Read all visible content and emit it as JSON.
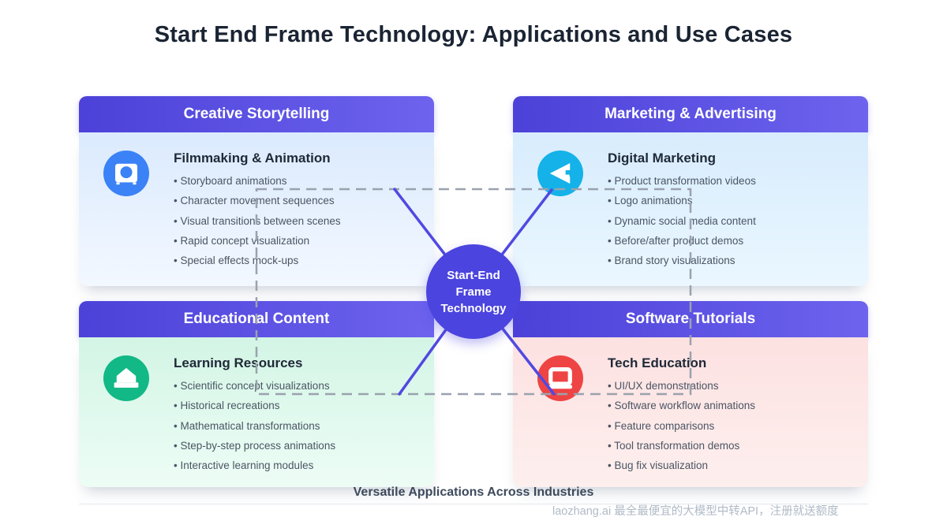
{
  "title": "Start End Frame Technology: Applications and Use Cases",
  "hub": {
    "label_lines": [
      "Start-End",
      "Frame",
      "Technology"
    ],
    "color": "#4b44de"
  },
  "colors": {
    "header_gradient_start": "#4c41d8",
    "header_gradient_end": "#6d63ee",
    "connector_line": "#5149e1",
    "dashed_guide": "#9aa2ad"
  },
  "quadrants": [
    {
      "header": "Creative Storytelling",
      "subtitle": "Filmmaking & Animation",
      "icon": "camera-icon",
      "icon_color": "#3b82f6",
      "bullets": [
        "Storyboard animations",
        "Character movement sequences",
        "Visual transitions between scenes",
        "Rapid concept visualization",
        "Special effects mock-ups"
      ]
    },
    {
      "header": "Marketing & Advertising",
      "subtitle": "Digital Marketing",
      "icon": "megaphone-icon",
      "icon_color": "#14b2e9",
      "bullets": [
        "Product transformation videos",
        "Logo animations",
        "Dynamic social media content",
        "Before/after product demos",
        "Brand story visualizations"
      ]
    },
    {
      "header": "Educational Content",
      "subtitle": "Learning Resources",
      "icon": "school-icon",
      "icon_color": "#12b886",
      "bullets": [
        "Scientific concept visualizations",
        "Historical recreations",
        "Mathematical transformations",
        "Step-by-step process animations",
        "Interactive learning modules"
      ]
    },
    {
      "header": "Software Tutorials",
      "subtitle": "Tech Education",
      "icon": "laptop-icon",
      "icon_color": "#ee4444",
      "bullets": [
        "UI/UX demonstrations",
        "Software workflow animations",
        "Feature comparisons",
        "Tool transformation demos",
        "Bug fix visualization"
      ]
    }
  ],
  "footer": {
    "caption": "Versatile Applications Across Industries",
    "watermark": "laozhang.ai 最全最便宜的大模型中转API，注册就送额度"
  }
}
